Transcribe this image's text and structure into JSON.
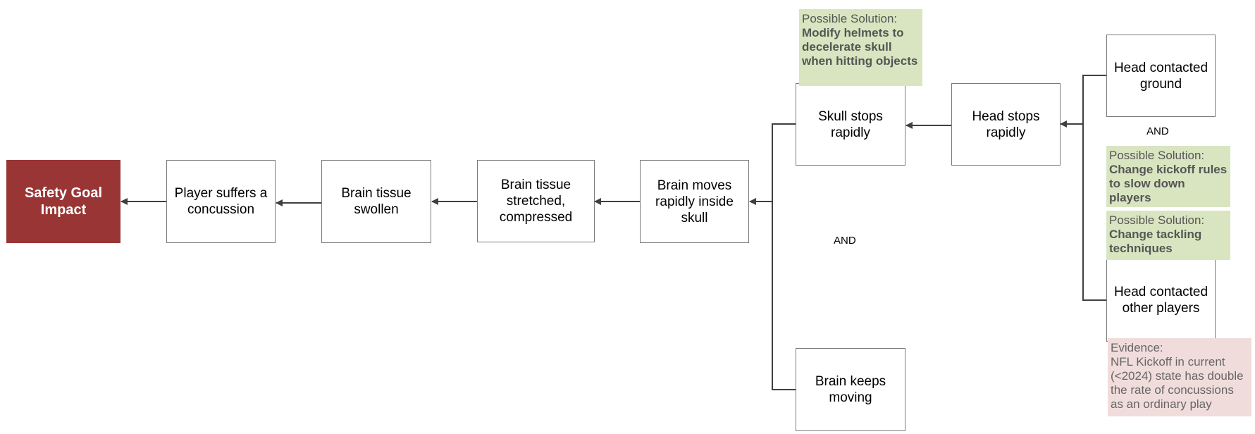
{
  "goal": {
    "label": "Safety Goal Impact"
  },
  "nodes": {
    "concussion": "Player suffers a concussion",
    "swollen": "Brain tissue swollen",
    "stretched": "Brain tissue stretched, compressed",
    "moves": "Brain moves rapidly inside skull",
    "skull_stops": "Skull stops rapidly",
    "keeps_moving": "Brain keeps moving",
    "head_stops": "Head stops rapidly",
    "ground": "Head contacted ground",
    "players": "Head contacted other players"
  },
  "gates": {
    "and_1": "AND",
    "and_2": "AND"
  },
  "solutions": [
    {
      "heading": "Possible Solution:",
      "text": "Modify helmets to decelerate skull when hitting objects"
    },
    {
      "heading": "Possible Solution:",
      "text": "Change kickoff rules to slow down players"
    },
    {
      "heading": "Possible Solution:",
      "text": "Change tackling techniques"
    }
  ],
  "evidence": {
    "heading": "Evidence:",
    "text": "NFL Kickoff in current (<2024) state has double the rate of concussions as an ordinary play"
  },
  "colors": {
    "goal_fill": "#9a3535",
    "solution_fill": "#d9e5c0",
    "evidence_fill": "#f1dcdc",
    "connector": "#404040"
  }
}
